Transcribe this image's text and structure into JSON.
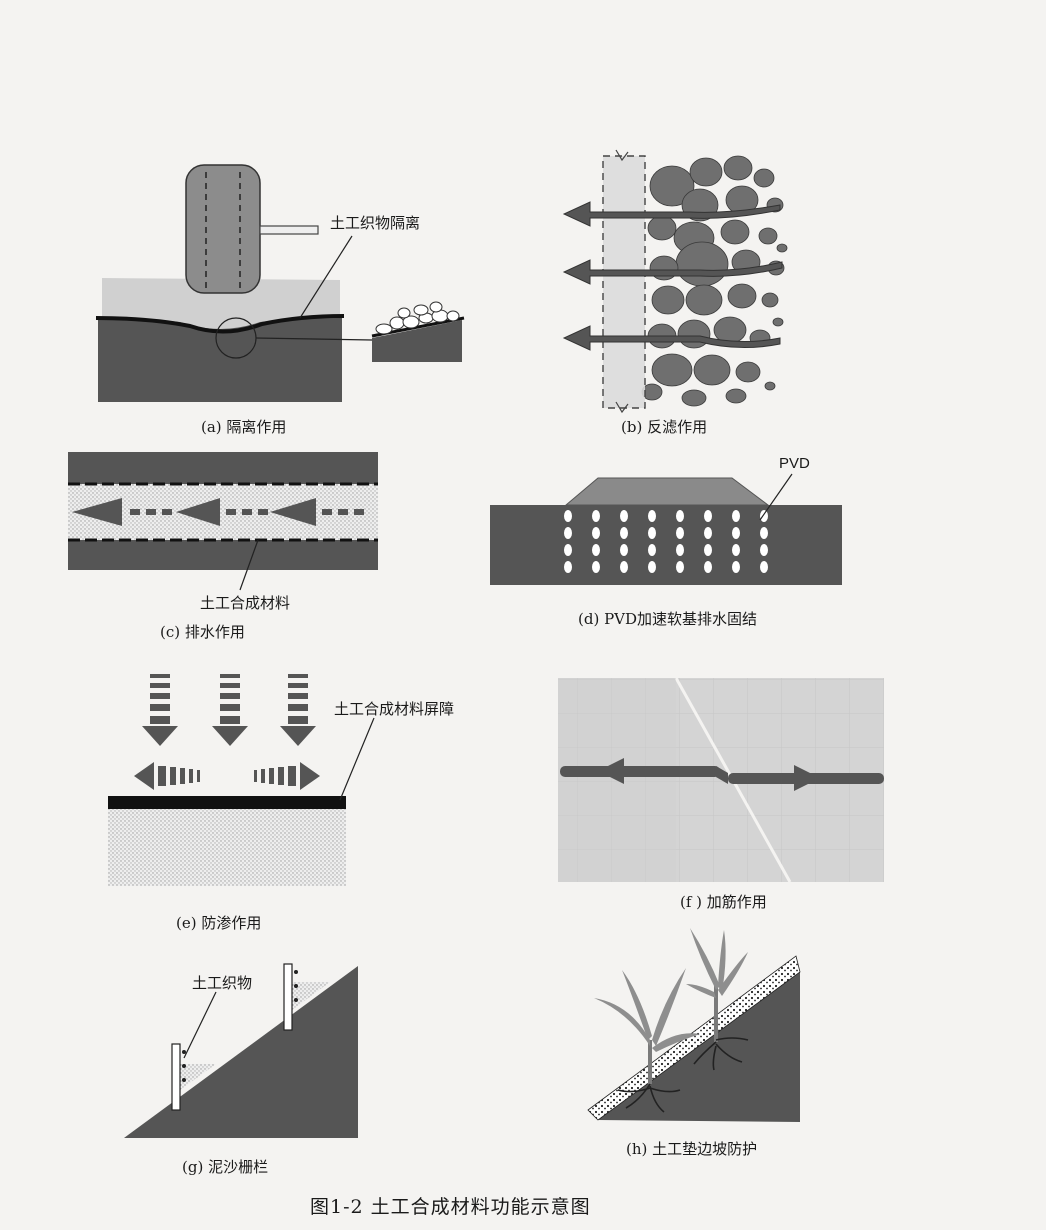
{
  "figure_title": "图1-2   土工合成材料功能示意图",
  "panels": {
    "a": {
      "caption": "(a) 隔离作用",
      "label": "土工织物隔离"
    },
    "b": {
      "caption": "(b) 反滤作用"
    },
    "c": {
      "caption": "(c)  排水作用",
      "label": "土工合成材料"
    },
    "d": {
      "caption": "(d) PVD加速软基排水固结",
      "label": "PVD"
    },
    "e": {
      "caption": "(e) 防渗作用",
      "label": "土工合成材料屏障"
    },
    "f": {
      "caption": "(f ) 加筋作用"
    },
    "g": {
      "caption": "(g) 泥沙栅栏",
      "label": "土工织物"
    },
    "h": {
      "caption": "(h) 土工垫边坡防护"
    }
  },
  "colors": {
    "soil_dark": "#555555",
    "fill_light": "#cfcfcf",
    "arrow_gray": "#6a6a6a",
    "ink": "#1a1a1a"
  }
}
